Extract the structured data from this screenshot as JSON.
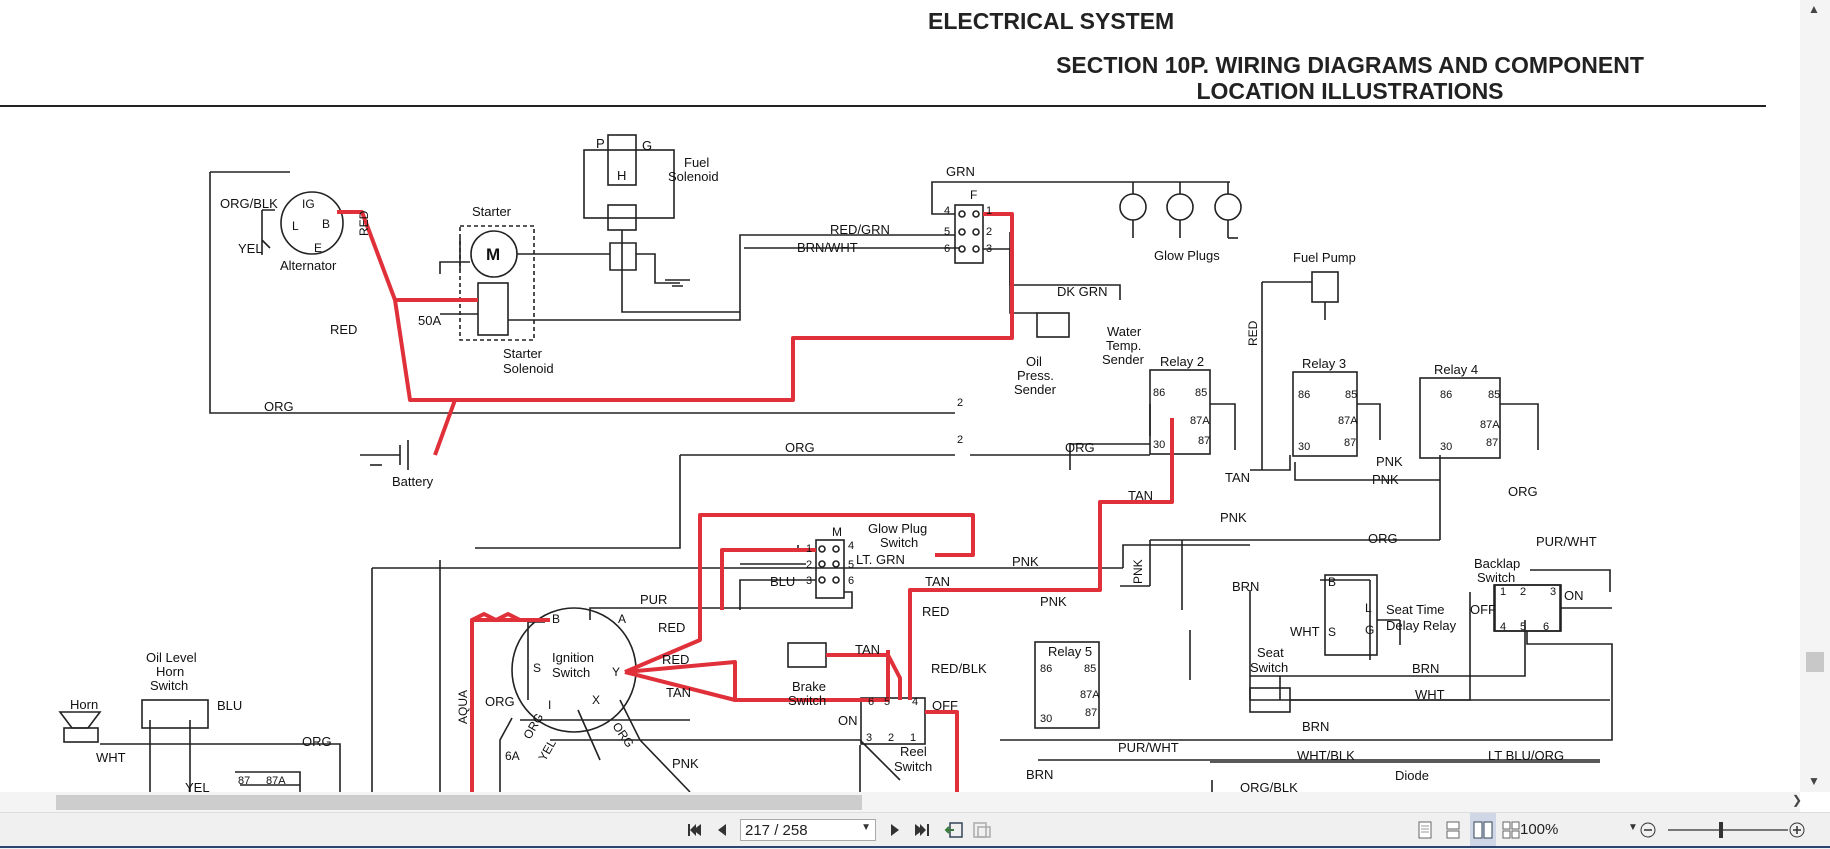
{
  "document": {
    "title": "ELECTRICAL SYSTEM",
    "section_line1": "SECTION 10P. WIRING DIAGRAMS AND COMPONENT",
    "section_line2": "LOCATION ILLUSTRATIONS"
  },
  "diagram_labels": {
    "org_blk": "ORG/BLK",
    "yel": "YEL",
    "alternator": "Alternator",
    "ig": "IG",
    "l": "L",
    "b": "B",
    "e": "E",
    "red": "RED",
    "starter": "Starter",
    "m": "M",
    "fifty_a": "50A",
    "starter_solenoid_1": "Starter",
    "starter_solenoid_2": "Solenoid",
    "org": "ORG",
    "battery": "Battery",
    "p": "P",
    "g": "G",
    "h": "H",
    "fuel_solenoid_1": "Fuel",
    "fuel_solenoid_2": "Solenoid",
    "grn": "GRN",
    "f": "F",
    "red_grn": "RED/GRN",
    "brn_wht": "BRN/WHT",
    "n1": "1",
    "n2": "2",
    "n3": "3",
    "n4": "4",
    "n5": "5",
    "n6": "6",
    "glow_plugs": "Glow Plugs",
    "dk_grn": "DK GRN",
    "oil_press_1": "Oil",
    "oil_press_2": "Press.",
    "oil_press_3": "Sender",
    "water_temp_1": "Water",
    "water_temp_2": "Temp.",
    "water_temp_3": "Sender",
    "fuel_pump": "Fuel Pump",
    "relay2": "Relay 2",
    "relay3": "Relay 3",
    "relay4": "Relay 4",
    "relay5": "Relay 5",
    "r86": "86",
    "r85": "85",
    "r87a": "87A",
    "r30": "30",
    "r87": "87",
    "tan": "TAN",
    "pnk": "PNK",
    "glow_plug_switch_1": "Glow Plug",
    "glow_plug_switch_2": "Switch",
    "lt_grn": "LT. GRN",
    "blu": "BLU",
    "pur": "PUR",
    "ignition_1": "Ignition",
    "ignition_2": "Switch",
    "a": "A",
    "s": "S",
    "y": "Y",
    "i": "I",
    "x": "X",
    "aqua": "AQUA",
    "six_a": "6A",
    "brake_1": "Brake",
    "brake_2": "Switch",
    "red_blk": "RED/BLK",
    "on": "ON",
    "off": "OFF",
    "reel_1": "Reel",
    "reel_2": "Switch",
    "brn": "BRN",
    "pur_wht": "PUR/WHT",
    "wht": "WHT",
    "seat_time_1": "Seat Time",
    "seat_time_2": "Delay Relay",
    "seat_1": "Seat",
    "seat_2": "Switch",
    "backlap_1": "Backlap",
    "backlap_2": "Switch",
    "wht_blk": "WHT/BLK",
    "diode": "Diode",
    "lt_blu_org": "LT BLU/ORG",
    "org_blk2": "ORG/BLK",
    "horn": "Horn",
    "oil_level_1": "Oil Level",
    "oil_level_2": "Horn",
    "oil_level_3": "Switch"
  },
  "toolbar": {
    "page_value": "217 / 258",
    "zoom_value": "100%"
  },
  "colors": {
    "red_wire": "#e0303a",
    "black_wire": "#222222",
    "toolbar_bg": "#f0f0f0"
  },
  "icons": {
    "first": "first-page-icon",
    "prev": "previous-page-icon",
    "next": "next-page-icon",
    "last": "last-page-icon"
  }
}
